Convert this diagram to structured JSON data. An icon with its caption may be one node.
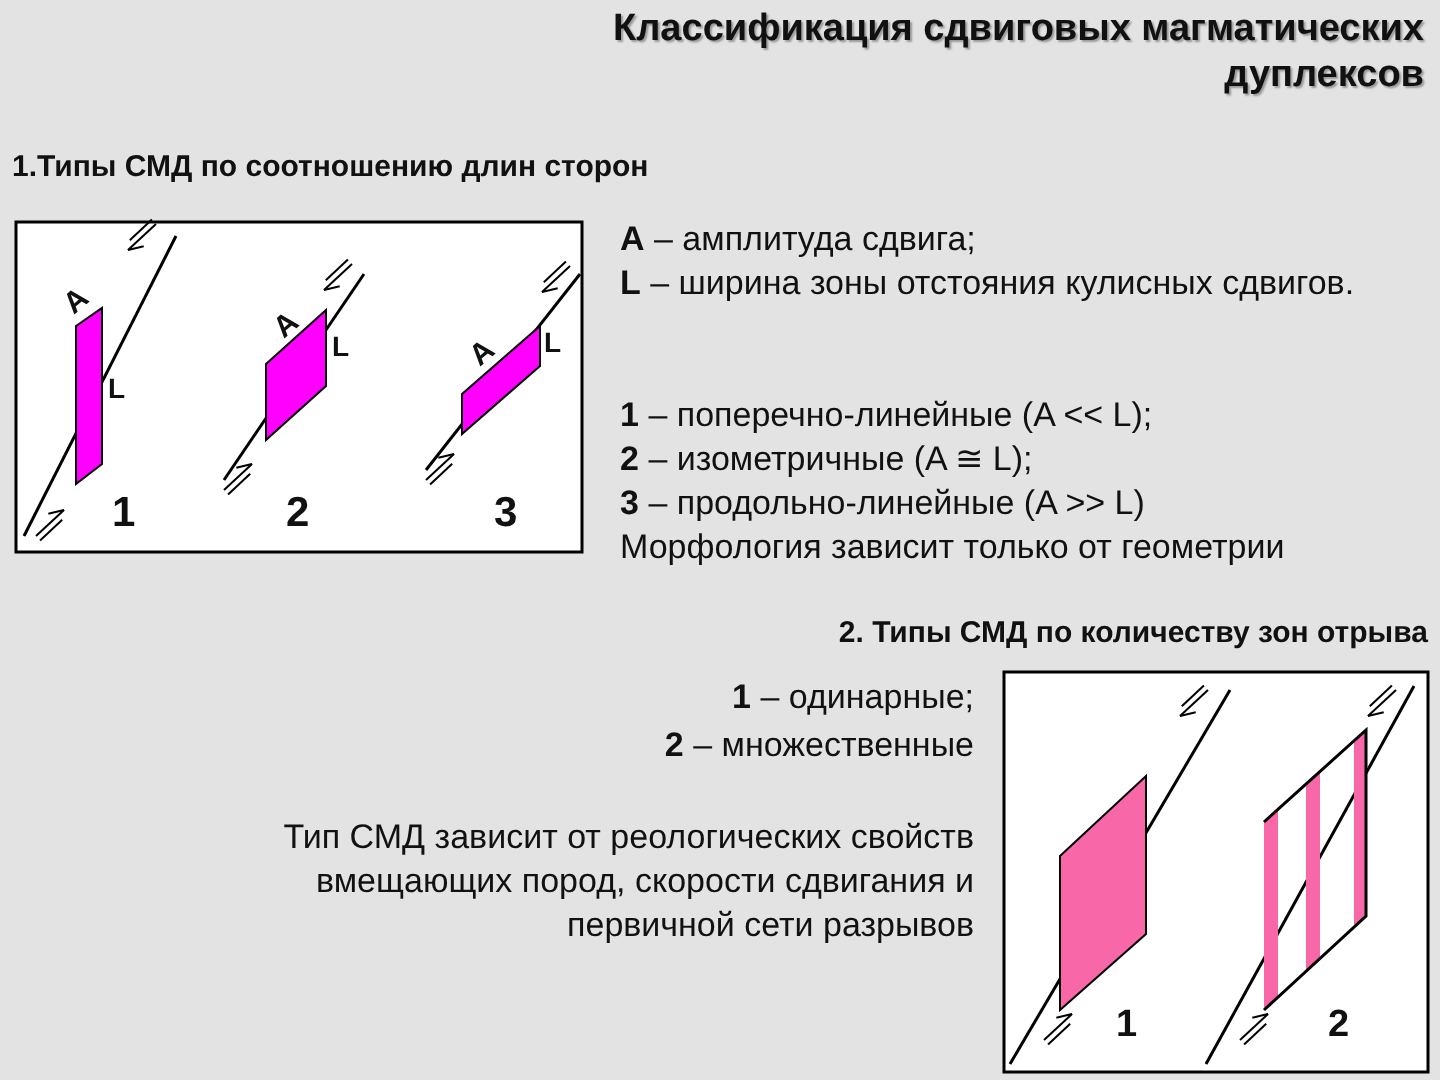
{
  "diagram": {
    "title": "Классификация сдвиговых магматических дуплексов",
    "labels": [
      "1.Типы СМД по соотношению длин сторон",
      "A",
      "L",
      "1",
      "A",
      "L",
      "2",
      "A",
      "L",
      "3",
      "**A** – амплитуда сдвига;",
      "**L** – ширина зоны отстояния кулисных сдвигов.",
      "**1** – поперечно-линейные (A << L);",
      "**2** – изометричные (A ≅ L);",
      "**3** – продольно-линейные (A >> L)",
      "Морфология  зависит только от геометрии",
      "2. Типы СМД по количеству зон отрыва",
      "**1** – одинарные;",
      "**2** – множественные",
      "Тип СМД зависит от реологических свойств вмещающих пород, скорости сдвигания и первичной сети разрывов",
      "1",
      "2"
    ]
  }
}
